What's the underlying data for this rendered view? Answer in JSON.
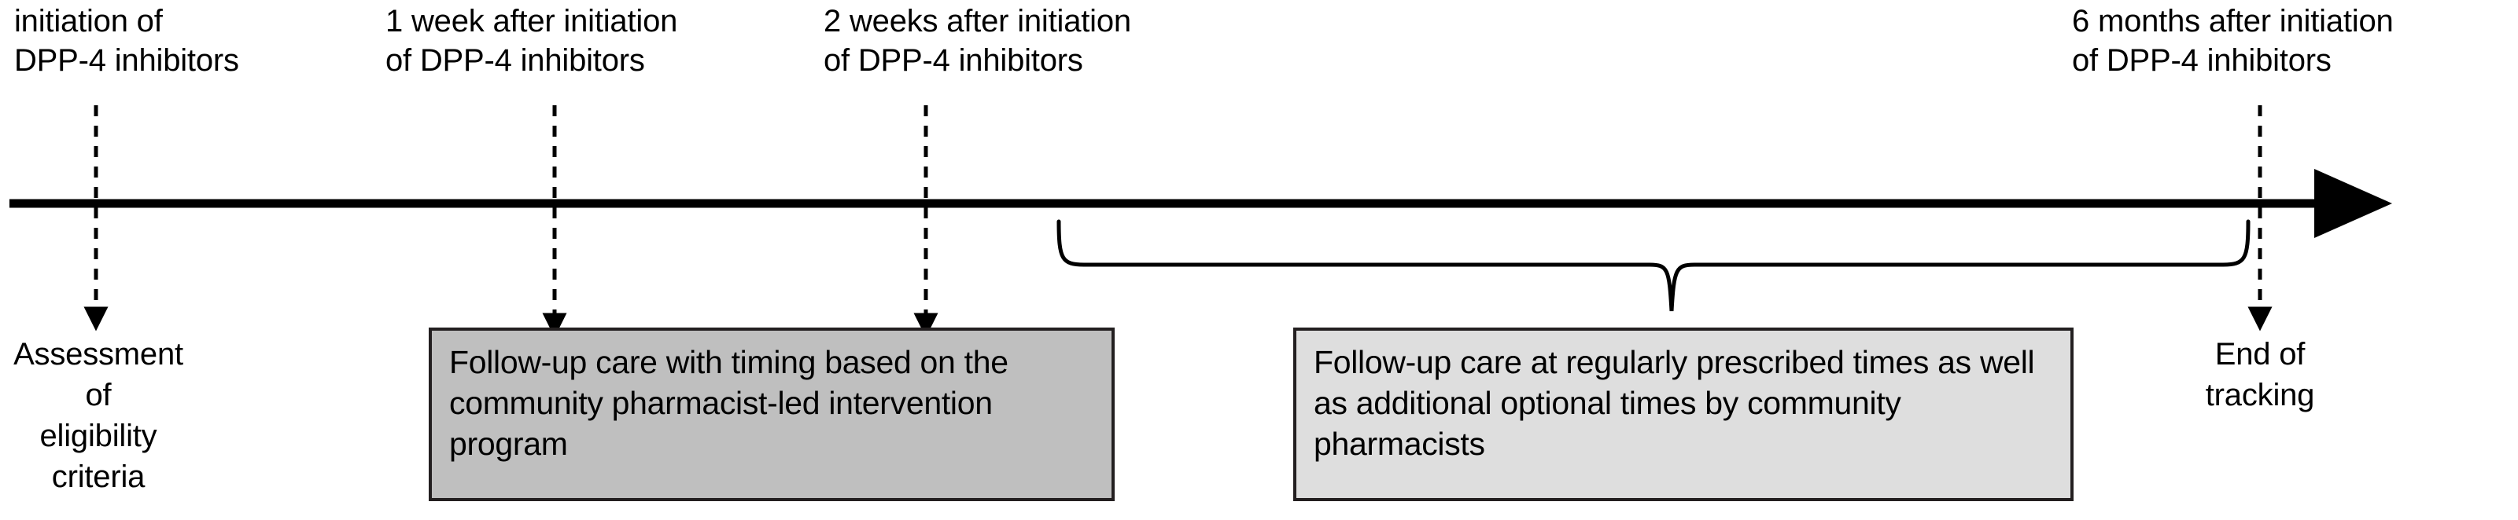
{
  "diagram": {
    "type": "study-timeline",
    "title": "",
    "axis": {
      "name": "time-axis",
      "direction": "left-to-right",
      "has_arrowhead_right": true,
      "color": "#000000"
    },
    "colors": {
      "line": "#000000",
      "box_border": "#231f20",
      "box_fill_dark": "#bfbfbf",
      "box_fill_light": "#dedede",
      "text": "#000000"
    },
    "timepoints": [
      {
        "id": "t0",
        "top_label": "initiation of\nDPP-4 inhibitors",
        "bottom_label": "Assessment of\neligibility criteria",
        "connector": "dashed-down-arrow"
      },
      {
        "id": "t1w",
        "top_label": "1 week after initiation\nof DPP-4 inhibitors",
        "bottom_label": "",
        "connector": "dashed-down-arrow"
      },
      {
        "id": "t2w",
        "top_label": "2 weeks after initiation\nof DPP-4 inhibitors",
        "bottom_label": "",
        "connector": "dashed-down-arrow"
      },
      {
        "id": "t6m",
        "top_label": "6 months after initiation\nof DPP-4 inhibitors",
        "bottom_label": "End of\ntracking",
        "connector": "dashed-down-arrow"
      }
    ],
    "phase_boxes": [
      {
        "id": "intervention-phase",
        "shade": "dark",
        "text": "Follow-up care with timing based on the community pharmacist-led intervention program"
      },
      {
        "id": "routine-phase",
        "shade": "light",
        "text": "Follow-up care at regularly prescribed times as well as additional optional times by community pharmacists"
      }
    ],
    "brace": {
      "name": "span-brace",
      "orientation": "down",
      "spans_from": "between 2 weeks and 6 months",
      "points_to": "routine-phase"
    }
  }
}
